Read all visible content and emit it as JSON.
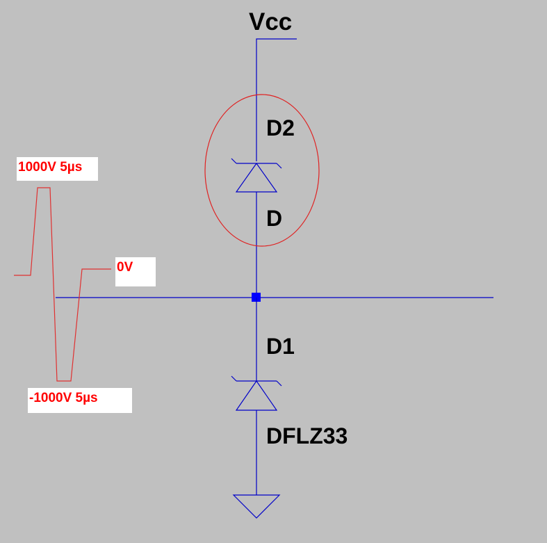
{
  "colors": {
    "background": "#c0c0c0",
    "wire": "#0000c8",
    "junction": "#0000ff",
    "highlight_ellipse": "#e02020",
    "pulse_waveform": "#e03030",
    "component_text": "#000000",
    "annotation_text": "#ff0000",
    "annotation_background": "#ffffff"
  },
  "supply": {
    "label": "Vcc"
  },
  "diode_upper": {
    "ref": "D2",
    "value": "D"
  },
  "diode_lower": {
    "ref": "D1",
    "value": "DFLZ33"
  },
  "pulse": {
    "positive_label": "1000V 5µs",
    "zero_label": "0V",
    "negative_label": "-1000V 5µs"
  },
  "icons": {
    "ground": "ground-symbol-icon",
    "zener": "zener-diode-icon"
  }
}
